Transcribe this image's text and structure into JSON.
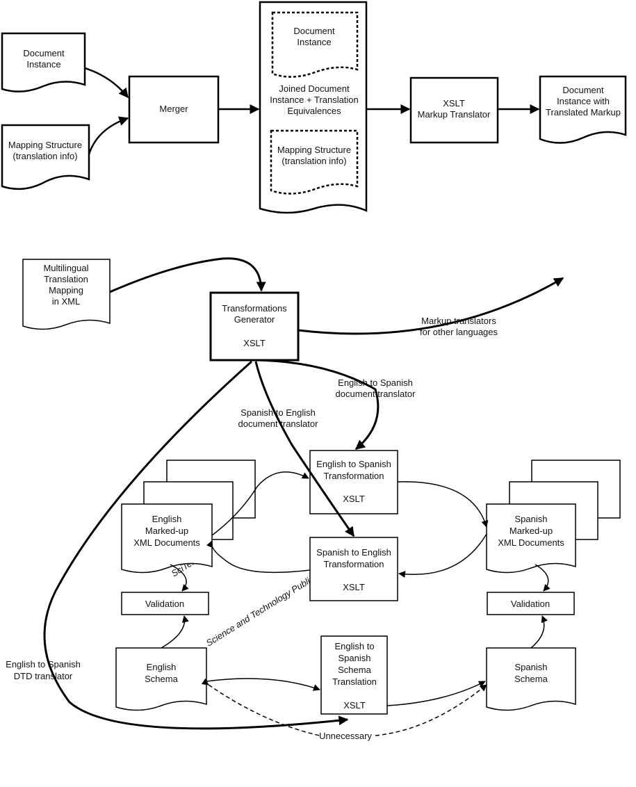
{
  "watermark": {
    "logo_text": "SciTePress",
    "tagline": "Science and Technology Publications"
  },
  "top_flow": {
    "doc_instance": [
      "Document",
      "Instance"
    ],
    "mapping_structure": [
      "Mapping Structure",
      "(translation info)"
    ],
    "merger": "Merger",
    "joined": {
      "inner_doc": [
        "Document",
        "Instance"
      ],
      "label": [
        "Joined Document",
        "Instance + Translation",
        "Equivalences"
      ],
      "inner_map": [
        "Mapping Structure",
        "(translation info)"
      ]
    },
    "xslt_translator": [
      "XSLT",
      "Markup Translator"
    ],
    "output": [
      "Document",
      "Instance with",
      "Translated Markup"
    ]
  },
  "bottom_flow": {
    "multilingual": [
      "Multilingual",
      "Translation",
      "Mapping",
      "in XML"
    ],
    "generator": [
      "Transformations",
      "Generator",
      "XSLT"
    ],
    "other_languages": [
      "Markup translators",
      "for other languages"
    ],
    "en_es_doc_translator": [
      "English to Spanish",
      "document translator"
    ],
    "es_en_doc_translator": [
      "Spanish to English",
      "document translator"
    ],
    "en_es_transformation": [
      "English to Spanish",
      "Transformation",
      "XSLT"
    ],
    "es_en_transformation": [
      "Spanish to English",
      "Transformation",
      "XSLT"
    ],
    "english_docs": [
      "English",
      "Marked-up",
      "XML Documents"
    ],
    "spanish_docs": [
      "Spanish",
      "Marked-up",
      "XML Documents"
    ],
    "validation_en": "Validation",
    "validation_es": "Validation",
    "english_schema": [
      "English",
      "Schema"
    ],
    "spanish_schema": [
      "Spanish",
      "Schema"
    ],
    "schema_translation": [
      "English to",
      "Spanish",
      "Schema",
      "Translation",
      "XSLT"
    ],
    "dtd_translator": [
      "English to Spanish",
      "DTD translator"
    ],
    "unnecessary": "Unnecessary"
  }
}
